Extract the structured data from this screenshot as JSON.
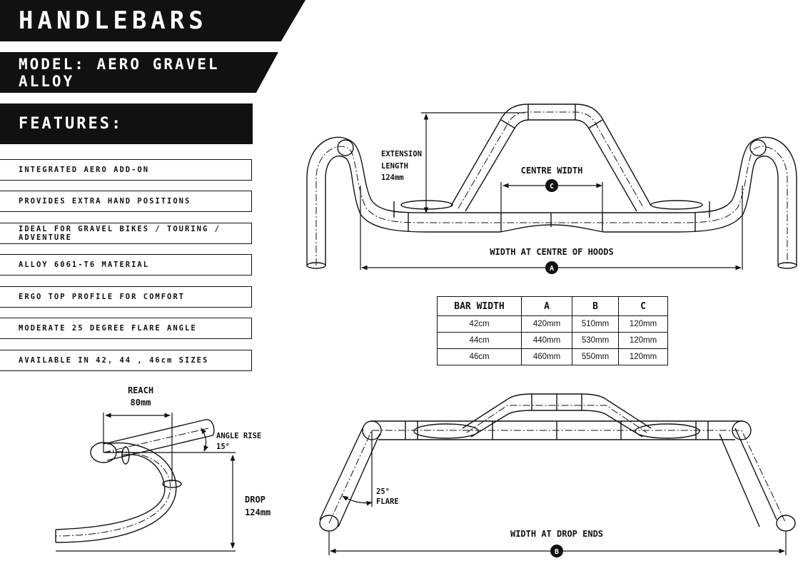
{
  "title": "HANDLEBARS",
  "model": "MODEL: AERO GRAVEL ALLOY",
  "features_heading": "FEATURES:",
  "features": [
    "INTEGRATED AERO ADD-ON",
    "PROVIDES EXTRA HAND POSITIONS",
    "IDEAL FOR GRAVEL BIKES / TOURING / ADVENTURE",
    "ALLOY 6061-T6 MATERIAL",
    "ERGO TOP PROFILE FOR COMFORT",
    "MODERATE 25 DEGREE FLARE ANGLE",
    "AVAILABLE IN 42, 44 , 46cm SIZES"
  ],
  "front_view": {
    "extension_label": [
      "EXTENSION",
      "LENGTH",
      "124mm"
    ],
    "centre_width_label": "CENTRE WIDTH",
    "centre_marker": "C",
    "hoods_width_label": "WIDTH AT CENTRE OF HOODS",
    "hoods_marker": "A"
  },
  "table": {
    "headers": [
      "BAR WIDTH",
      "A",
      "B",
      "C"
    ],
    "rows": [
      [
        "42cm",
        "420mm",
        "510mm",
        "120mm"
      ],
      [
        "44cm",
        "440mm",
        "530mm",
        "120mm"
      ],
      [
        "46cm",
        "460mm",
        "550mm",
        "120mm"
      ]
    ]
  },
  "side_view": {
    "reach_label": [
      "REACH",
      "80mm"
    ],
    "angle_label": [
      "ANGLE RISE",
      "15°"
    ],
    "drop_label": [
      "DROP",
      "124mm"
    ]
  },
  "top_view": {
    "flare_label": [
      "25°",
      "FLARE"
    ],
    "drop_width_label": "WIDTH AT DROP ENDS",
    "drop_marker": "B"
  }
}
